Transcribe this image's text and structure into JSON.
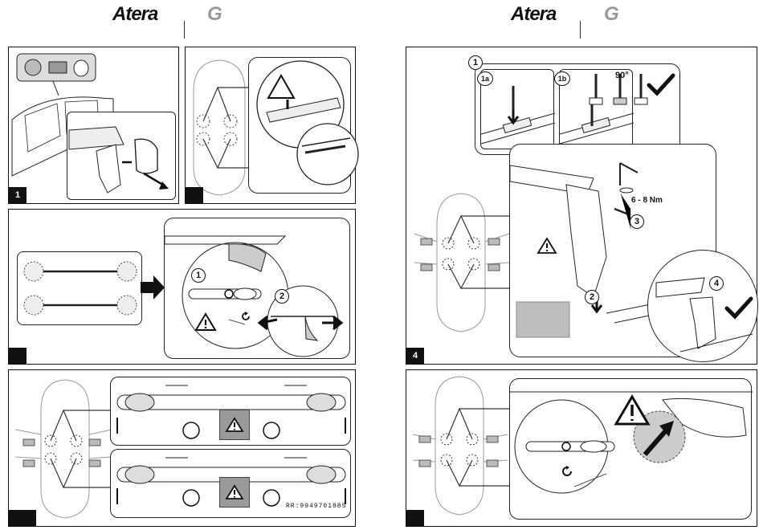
{
  "header_left": {
    "brand": "Atera",
    "variant": "G"
  },
  "header_right": {
    "brand": "Atera",
    "variant": "G"
  },
  "steps": {
    "step1": "1",
    "step4": "4"
  },
  "callouts": {
    "c1": "1",
    "c2": "2",
    "c1_main": "1",
    "c1a": "1a",
    "c1b": "1b",
    "c2_main": "2",
    "c3_main": "3",
    "c4_main": "4"
  },
  "labels": {
    "angle": "90°",
    "torque": "6 - 8 Nm",
    "part_code": "RR:9949701885"
  },
  "colors": {
    "accent": "#111111",
    "warn_fill": "#9a9a9a",
    "panel_gray": "#bdbdbd"
  }
}
